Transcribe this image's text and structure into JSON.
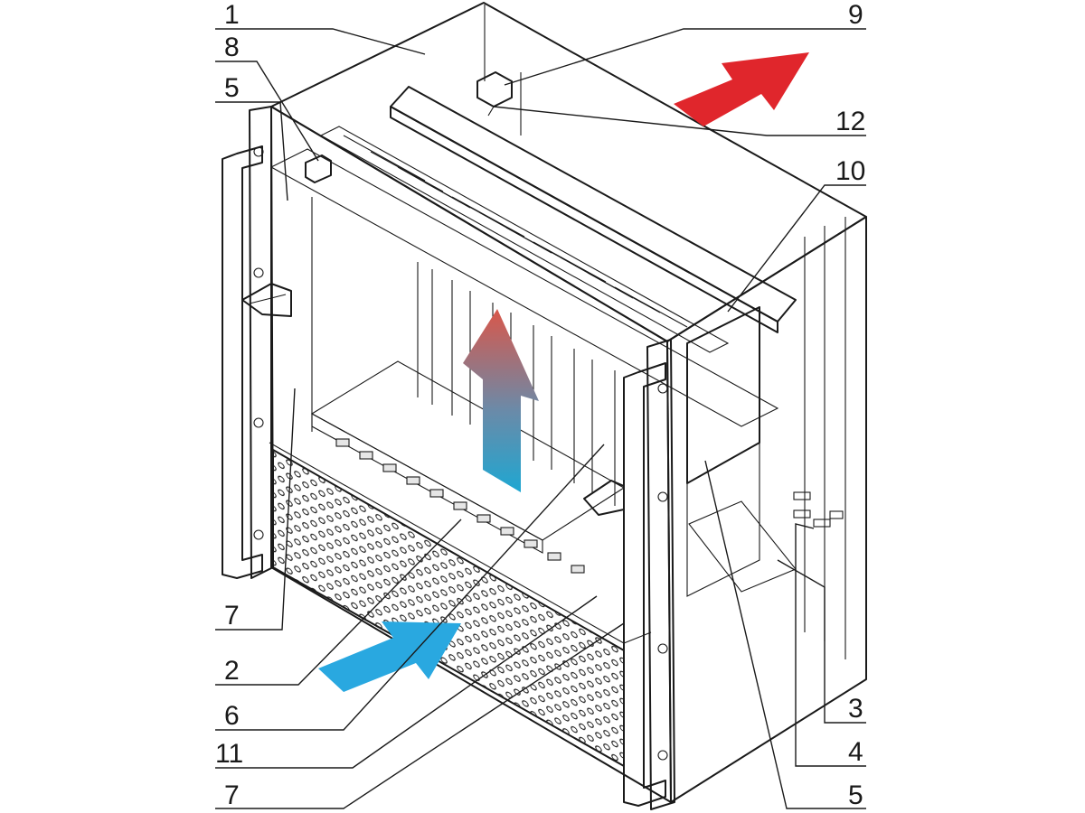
{
  "diagram": {
    "type": "exploded-isometric-callout",
    "subject": "subrack with cooling airflow",
    "colors": {
      "housing_fill": "#d9d9d9",
      "housing_side": "#cfcfcf",
      "outline": "#1a1a1a",
      "hot_air": "#e0262c",
      "cool_air": "#29a8e0",
      "transition_top": "#d9574a",
      "transition_bottom": "#1ea7d2"
    },
    "arrows": {
      "exhaust": {
        "color": "red",
        "meaning": "hot air out"
      },
      "intake": {
        "color": "blue",
        "meaning": "cool air in"
      },
      "internal": {
        "color": "red-to-blue gradient",
        "meaning": "air rising through card slots"
      }
    },
    "callouts": [
      {
        "id": "c1",
        "label": "1"
      },
      {
        "id": "c8",
        "label": "8"
      },
      {
        "id": "c5a",
        "label": "5"
      },
      {
        "id": "c9",
        "label": "9"
      },
      {
        "id": "c12",
        "label": "12"
      },
      {
        "id": "c10",
        "label": "10"
      },
      {
        "id": "c7a",
        "label": "7"
      },
      {
        "id": "c2",
        "label": "2"
      },
      {
        "id": "c6",
        "label": "6"
      },
      {
        "id": "c11",
        "label": "11"
      },
      {
        "id": "c7b",
        "label": "7"
      },
      {
        "id": "c3",
        "label": "3"
      },
      {
        "id": "c4",
        "label": "4"
      },
      {
        "id": "c5b",
        "label": "5"
      }
    ]
  }
}
